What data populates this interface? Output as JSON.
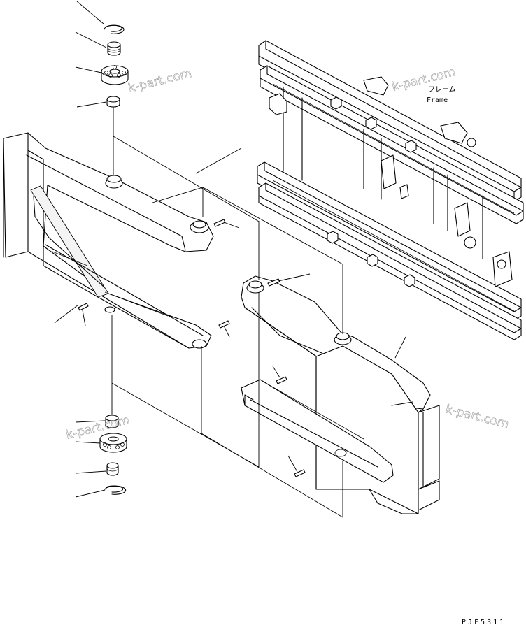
{
  "labels": {
    "frame_jp": "フレーム",
    "frame_en": "Frame",
    "drawing_code": "PJF5311"
  },
  "watermarks": [
    "k-part.com",
    "k-part.com",
    "k-part.com",
    "k-part.com"
  ],
  "colors": {
    "line": "#000000",
    "watermark": "#9a9a9a",
    "background": "#ffffff"
  },
  "icons": [
    "snap-ring-icon",
    "bushing-icon",
    "bearing-icon",
    "pin-icon"
  ]
}
